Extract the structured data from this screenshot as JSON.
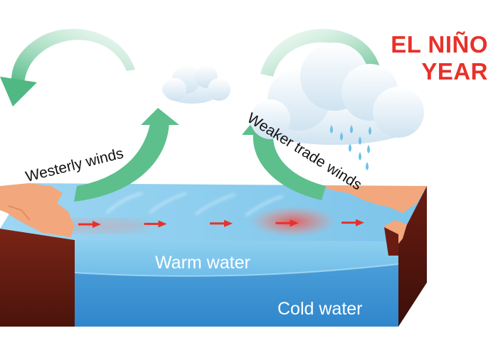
{
  "title": {
    "line1": "EL NIÑO",
    "line2": "YEAR"
  },
  "labels": {
    "westerly": "Westerly winds",
    "trade": "Weaker trade winds",
    "warm": "Warm water",
    "cold": "Cold water"
  },
  "colors": {
    "title": "#e8312a",
    "arrow_green": "#5dbf8c",
    "warm_water": "#7ec8ec",
    "cold_water": "#3a8fd0",
    "land": "#f2a87c",
    "crust": "#5a1a10",
    "current_arrow": "#e8312a"
  },
  "current_arrow_count": 5
}
